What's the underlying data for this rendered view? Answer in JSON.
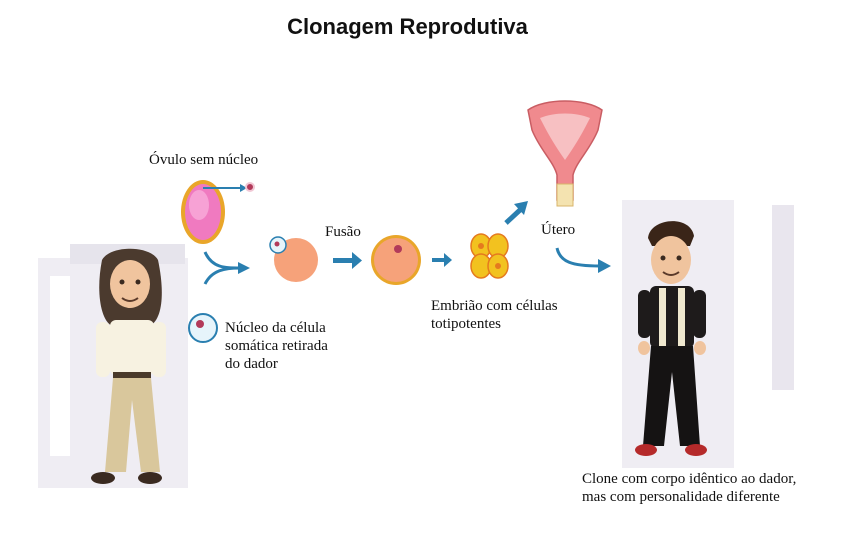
{
  "title": "Clonagem Reprodutiva",
  "labels": {
    "ovulo": "Óvulo sem núcleo",
    "fusao": "Fusão",
    "utero": "Útero",
    "nucleo": [
      "Núcleo da célula",
      "somática retirada",
      "do dador"
    ],
    "embriao": [
      "Embrião com células",
      "totipotentes"
    ],
    "clone": [
      "Clone com corpo idêntico ao dador,",
      "mas com personalidade diferente"
    ]
  },
  "colors": {
    "arrow": "#2a7fb0",
    "ovum_fill": "#f07ac0",
    "ovum_ring": "#e9a62a",
    "cell_fill": "#f6a27a",
    "embryo_fill": "#f2c21f",
    "uterus_fill": "#f08a8e"
  },
  "icons": [
    "donor-character",
    "clone-character",
    "ovum-icon",
    "nucleus-icon",
    "uterus-icon",
    "embryo-icon"
  ]
}
